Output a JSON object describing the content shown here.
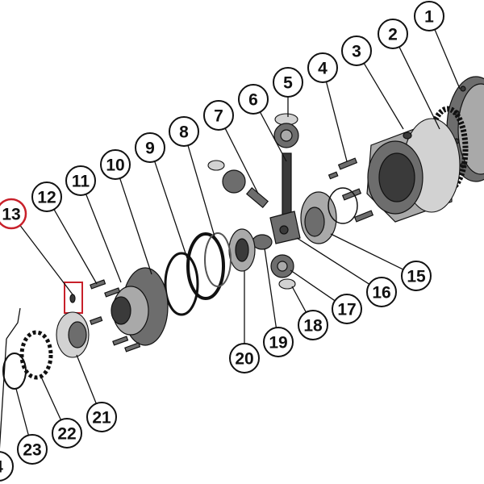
{
  "diagram": {
    "callouts": [
      {
        "id": "1",
        "label": "1"
      },
      {
        "id": "2",
        "label": "2"
      },
      {
        "id": "3",
        "label": "3"
      },
      {
        "id": "4",
        "label": "4"
      },
      {
        "id": "5",
        "label": "5"
      },
      {
        "id": "6",
        "label": "6"
      },
      {
        "id": "7",
        "label": "7"
      },
      {
        "id": "8",
        "label": "8"
      },
      {
        "id": "9",
        "label": "9"
      },
      {
        "id": "10",
        "label": "10"
      },
      {
        "id": "11",
        "label": "11"
      },
      {
        "id": "12",
        "label": "12"
      },
      {
        "id": "13",
        "label": "13",
        "selected": true
      },
      {
        "id": "15",
        "label": "15"
      },
      {
        "id": "16",
        "label": "16"
      },
      {
        "id": "17",
        "label": "17"
      },
      {
        "id": "18",
        "label": "18"
      },
      {
        "id": "19",
        "label": "19"
      },
      {
        "id": "20",
        "label": "20"
      },
      {
        "id": "21",
        "label": "21"
      },
      {
        "id": "22",
        "label": "22"
      },
      {
        "id": "23",
        "label": "23"
      },
      {
        "id": "24",
        "label": "4"
      }
    ],
    "selected_part": "13",
    "colors": {
      "highlight": "#c8202a",
      "outline": "#111111",
      "background": "#ffffff"
    }
  }
}
